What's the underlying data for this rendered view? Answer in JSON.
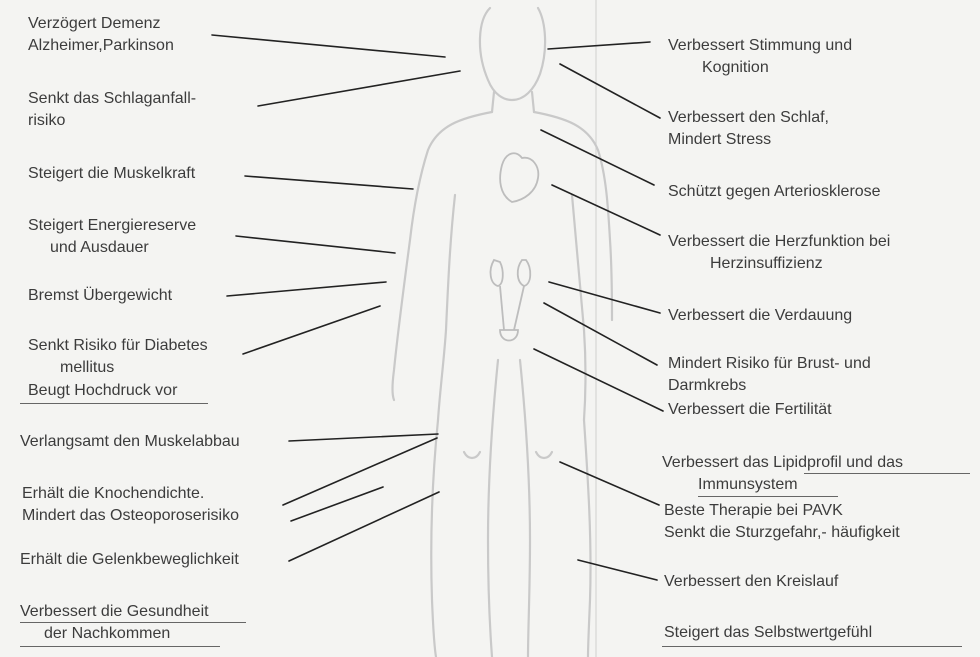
{
  "left_labels": [
    {
      "id": "dementia",
      "lines": [
        "Verzögert Demenz",
        "Alzheimer,Parkinson"
      ]
    },
    {
      "id": "stroke",
      "lines": [
        "Senkt das Schlaganfall-",
        "risiko"
      ]
    },
    {
      "id": "muscle-strength",
      "lines": [
        "Steigert die Muskelkraft"
      ]
    },
    {
      "id": "energy",
      "lines": [
        "Steigert Energiereserve",
        "und Ausdauer"
      ]
    },
    {
      "id": "overweight",
      "lines": [
        "Bremst Übergewicht"
      ]
    },
    {
      "id": "diabetes",
      "lines": [
        "Senkt Risiko für Diabetes",
        "mellitus"
      ]
    },
    {
      "id": "hypertension",
      "lines": [
        "Beugt Hochdruck vor"
      ]
    },
    {
      "id": "muscle-loss",
      "lines": [
        "Verlangsamt den Muskelabbau"
      ]
    },
    {
      "id": "bone",
      "lines": [
        "Erhält die Knochendichte.",
        "Mindert das Osteoporoserisiko"
      ]
    },
    {
      "id": "joints",
      "lines": [
        "Erhält die Gelenkbeweglichkeit"
      ]
    },
    {
      "id": "offspring",
      "lines": [
        "Verbessert die Gesundheit",
        "der  Nachkommen"
      ]
    }
  ],
  "right_labels": [
    {
      "id": "mood",
      "lines": [
        "Verbessert Stimmung und",
        "Kognition"
      ]
    },
    {
      "id": "sleep",
      "lines": [
        "Verbessert den Schlaf,",
        "Mindert Stress"
      ]
    },
    {
      "id": "arteriosclerosis",
      "lines": [
        "Schützt gegen Arteriosklerose"
      ]
    },
    {
      "id": "heart",
      "lines": [
        "Verbessert die Herzfunktion bei",
        "Herzinsuffizienz"
      ]
    },
    {
      "id": "digestion",
      "lines": [
        "Verbessert die Verdauung"
      ]
    },
    {
      "id": "cancer",
      "lines": [
        "Mindert Risiko für Brust- und",
        "Darmkrebs"
      ]
    },
    {
      "id": "fertility",
      "lines": [
        "Verbessert die Fertilität"
      ]
    },
    {
      "id": "lipid",
      "lines": [
        "Verbessert das Lipidprofil und das",
        "Immunsystem"
      ]
    },
    {
      "id": "pavk",
      "lines": [
        "Beste Therapie bei PAVK",
        "Senkt die Sturzgefahr,- häufigkeit"
      ]
    },
    {
      "id": "circulation",
      "lines": [
        "Verbessert den Kreislauf"
      ]
    },
    {
      "id": "self-esteem",
      "lines": [
        "Steigert das Selbstwertgefühl"
      ]
    }
  ],
  "colors": {
    "background": "#f4f4f2",
    "ink": "#3c3c3c",
    "outline": "#c8c8c8",
    "leader": "#222222"
  }
}
